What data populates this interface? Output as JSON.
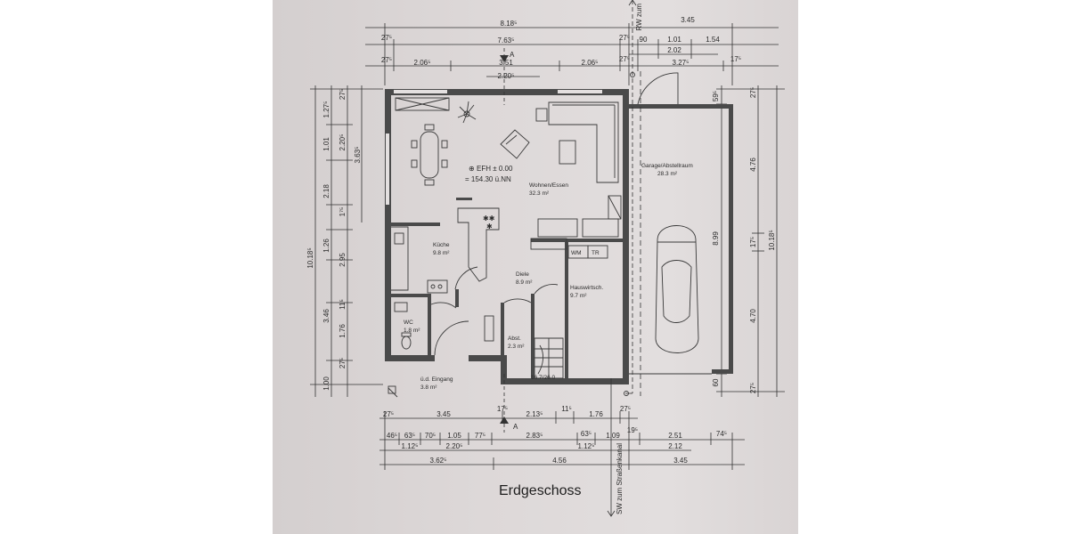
{
  "title": "Erdgeschoss",
  "level": {
    "efh": "EFH ± 0.00",
    "nn": "= 154.30 ü.NN"
  },
  "rooms": {
    "wohnen": {
      "name": "Wohnen/Essen",
      "area": "32.3 m²"
    },
    "garage": {
      "name": "Garage/Abstellraum",
      "area": "28.3 m²"
    },
    "kueche": {
      "name": "Küche",
      "area": "9.8 m²"
    },
    "diele": {
      "name": "Diele",
      "area": "8.9 m²"
    },
    "hauswirt": {
      "name": "Hauswirtsch.",
      "area": "9.7 m²"
    },
    "wc": {
      "name": "WC",
      "area": "1.8 m²"
    },
    "abst": {
      "name": "Abst.",
      "area": "2.3 m²"
    },
    "eingang": {
      "name": "ü.d. Eingang",
      "area": "3.8 m²"
    }
  },
  "fixtures": {
    "wm": "WM",
    "tr": "TR",
    "stair": "16.7/26.0"
  },
  "annotations": {
    "rw": "RW zum",
    "sw": "SW zum Straßenkanal",
    "section_top": "A",
    "section_bottom": "A"
  },
  "top_dims": {
    "row1": [
      "8.18⁵",
      "3.45"
    ],
    "row2": [
      "27⁵",
      "7.63⁵",
      "27⁵",
      "90",
      "1.01",
      "1.54"
    ],
    "row3": [
      "2.02"
    ],
    "row4": [
      "27⁵",
      "2.06⁵",
      "3.51",
      "2.06⁵",
      "27⁵",
      "3.27⁵",
      "17⁵"
    ],
    "row5": [
      "2.20⁵"
    ]
  },
  "left_dims": {
    "col1": [
      "10.18⁵"
    ],
    "col2": [
      "1.27⁵",
      "1.01",
      "2.18",
      "1.26",
      "3.46",
      "1.00"
    ],
    "col3": [
      "27⁵",
      "2.20⁵",
      "1⁷⁵",
      "2.95",
      "11⁵",
      "1.76",
      "27⁵"
    ],
    "col4": [
      "3.63⁵"
    ]
  },
  "right_dims": {
    "col1": [
      "59⁵",
      "8.99",
      "60"
    ],
    "col2": [
      "27⁵",
      "4.76",
      "17⁵",
      "4.70",
      "27⁵"
    ],
    "col3": [
      "10.18⁵"
    ]
  },
  "bottom_dims": {
    "row1": [
      "27⁵",
      "3.45",
      "17⁵",
      "2.13⁵",
      "11⁵",
      "1.76",
      "27⁵"
    ],
    "row2": [
      "46⁵",
      "63⁵",
      "70⁵",
      "1.05",
      "77⁵",
      "2.83⁵",
      "63⁵",
      "1.09",
      "19⁵",
      "2.51",
      "74⁵"
    ],
    "row3": [
      "1.12⁵",
      "2.20⁵",
      "1.12⁵",
      "2.12"
    ],
    "row4": [
      "3.62⁵",
      "4.56",
      "3.45"
    ]
  }
}
